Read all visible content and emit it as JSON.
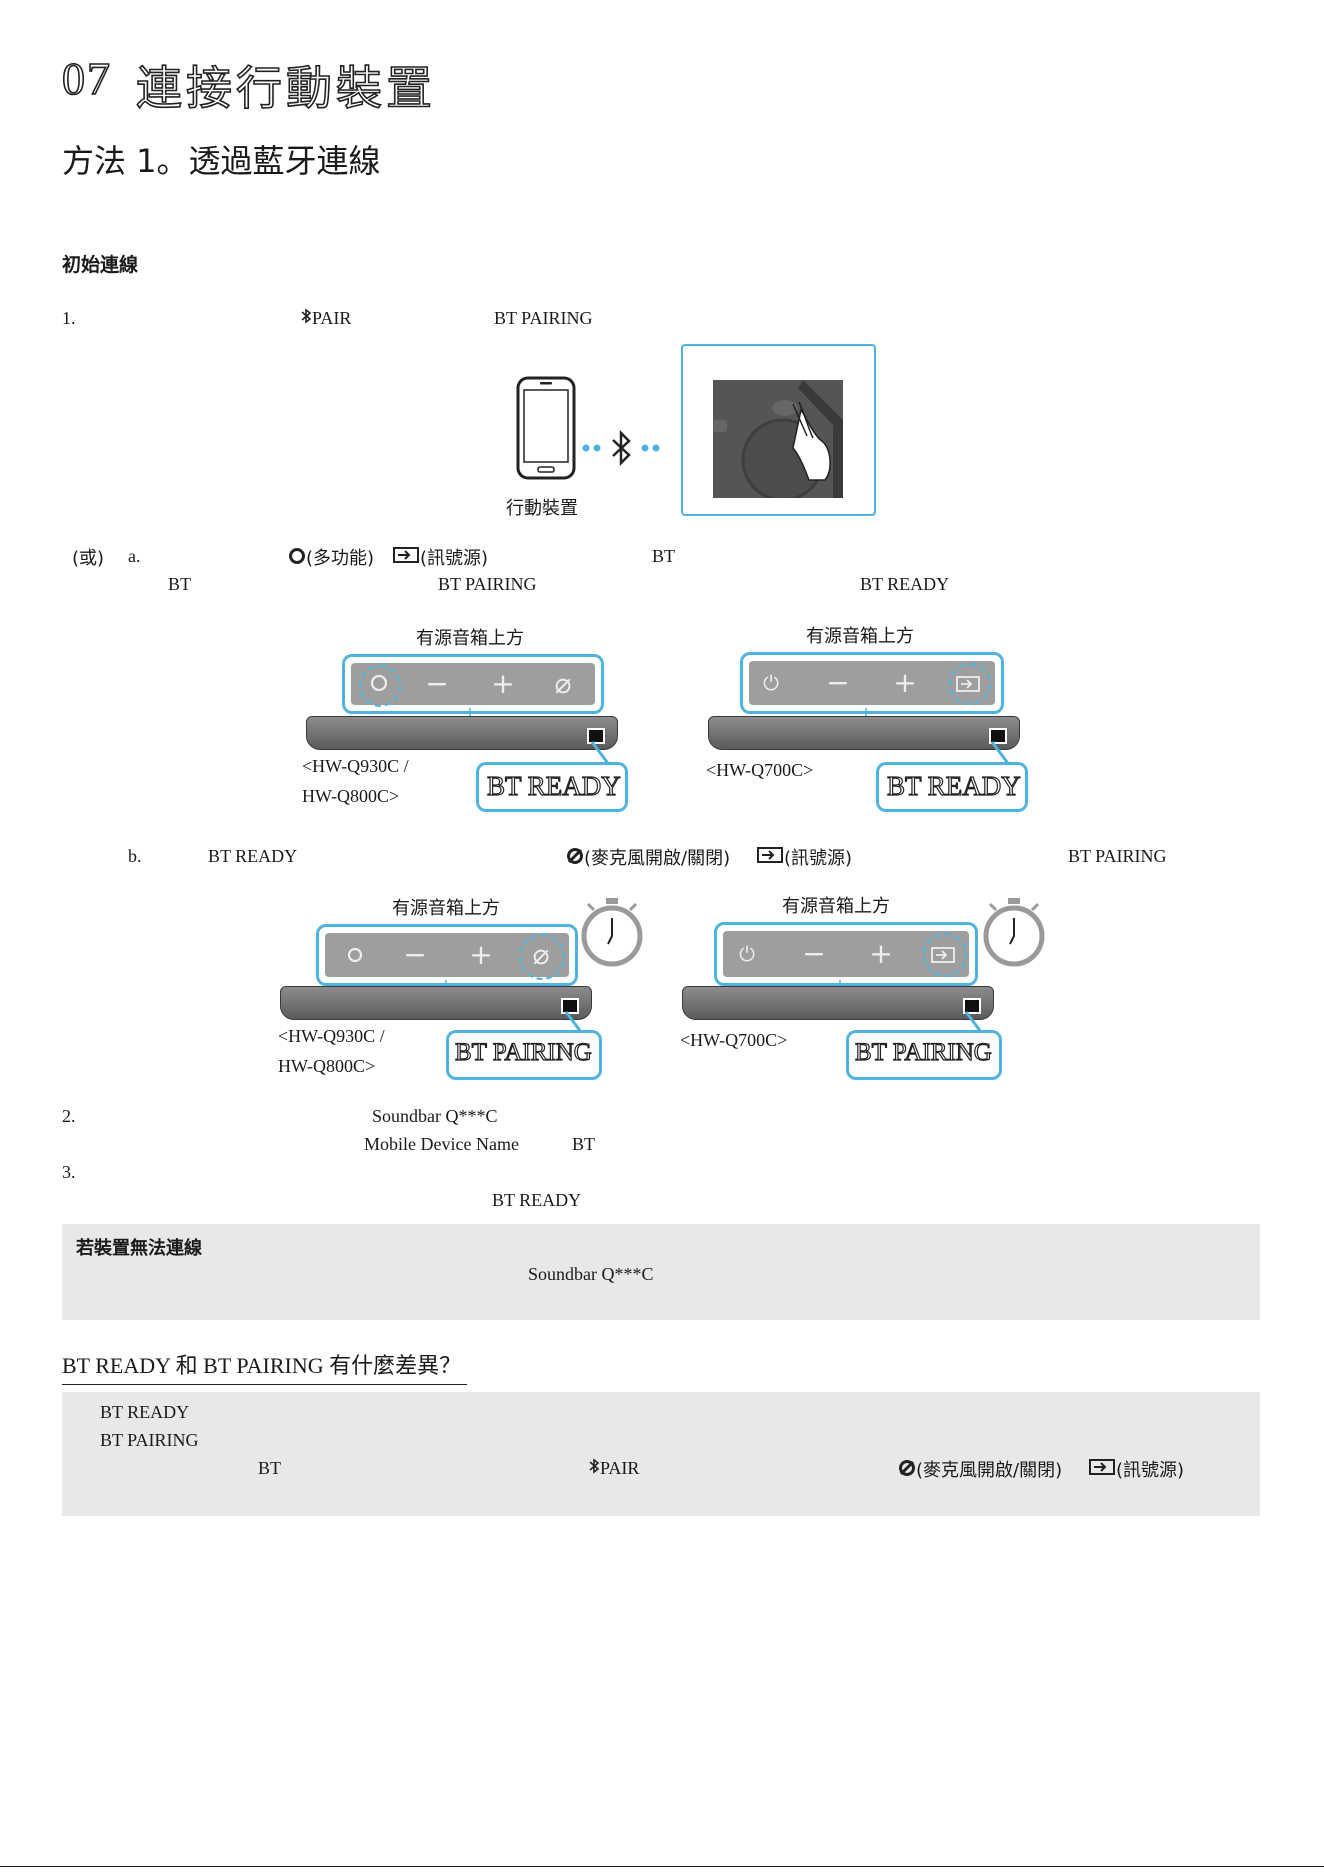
{
  "header": {
    "chapter_number": "07",
    "chapter_title": "連接行動裝置",
    "method_title": "方法 1。透過藍牙連線"
  },
  "initial": {
    "heading": "初始連線",
    "step1": {
      "num": "1.",
      "pair_label": "PAIR",
      "mode": "BT PAIRING"
    },
    "device_caption": "行動裝置"
  },
  "or_section": {
    "or_label": "(或)",
    "a": {
      "letter": "a.",
      "multi_label": "(多功能)",
      "source_label": "(訊號源)",
      "bt1": "BT",
      "bt2": "BT",
      "pairing": "BT PAIRING",
      "ready": "BT READY"
    },
    "b": {
      "letter": "b.",
      "ready": "BT READY",
      "mic_label": "(麥克風開啟/關閉)",
      "source_label": "(訊號源)",
      "pairing": "BT PAIRING"
    }
  },
  "diagrams": {
    "top_caption": "有源音箱上方",
    "model_left_1": "<HW-Q930C /",
    "model_left_2": "HW-Q800C>",
    "model_right": "<HW-Q700C>",
    "callout_ready": "BT READY",
    "callout_pairing": "BT PAIRING"
  },
  "steps": {
    "s2": {
      "num": "2.",
      "name": "Soundbar Q***C",
      "device": "Mobile Device Name",
      "bt": "BT"
    },
    "s3": {
      "num": "3.",
      "ready": "BT READY"
    }
  },
  "trouble": {
    "heading": "若裝置無法連線",
    "name": "Soundbar Q***C"
  },
  "diff": {
    "heading": "BT READY 和 BT PAIRING 有什麼差異？",
    "ready": "BT READY",
    "pairing": "BT PAIRING",
    "bt": "BT",
    "pair_label": "PAIR",
    "mic_label": "(麥克風開啟/關閉)",
    "source_label": "(訊號源)"
  }
}
